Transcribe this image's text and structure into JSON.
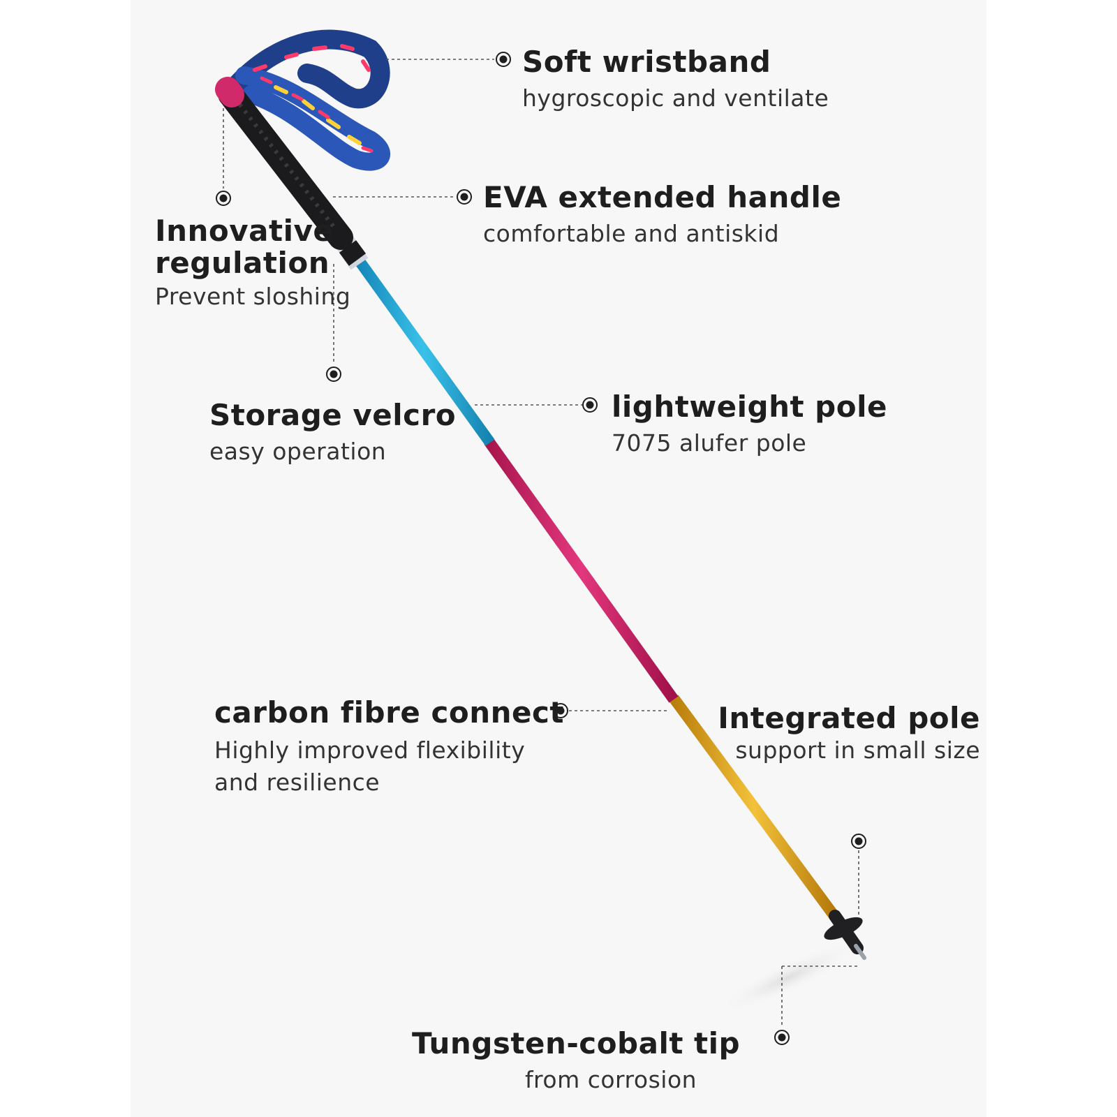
{
  "features": {
    "wristband": {
      "title": "Soft wristband",
      "desc": "hygroscopic and ventilate"
    },
    "handle": {
      "title": "EVA extended handle",
      "desc": "comfortable and antiskid"
    },
    "regulation": {
      "title_line1": "Innovative",
      "title_line2": "regulation",
      "desc": "Prevent sloshing"
    },
    "velcro": {
      "title": "Storage velcro",
      "desc": "easy operation"
    },
    "pole": {
      "title": "lightweight pole",
      "desc": "7075 alufer pole"
    },
    "carbon": {
      "title": "carbon fibre connect",
      "desc_line1": "Highly improved flexibility",
      "desc_line2": "and resilience"
    },
    "integrated": {
      "title": "Integrated pole",
      "desc": "support in small size"
    },
    "tip": {
      "title": "Tungsten-cobalt tip",
      "desc": "from corrosion"
    }
  },
  "colors": {
    "background": "#f7f7f7",
    "grip": "#1b1b1d",
    "section_blue": "#22a0cc",
    "section_pink": "#d12a6a",
    "section_gold": "#e0a51e",
    "tip_basket": "#202022",
    "marker": "#1e1e1e"
  }
}
